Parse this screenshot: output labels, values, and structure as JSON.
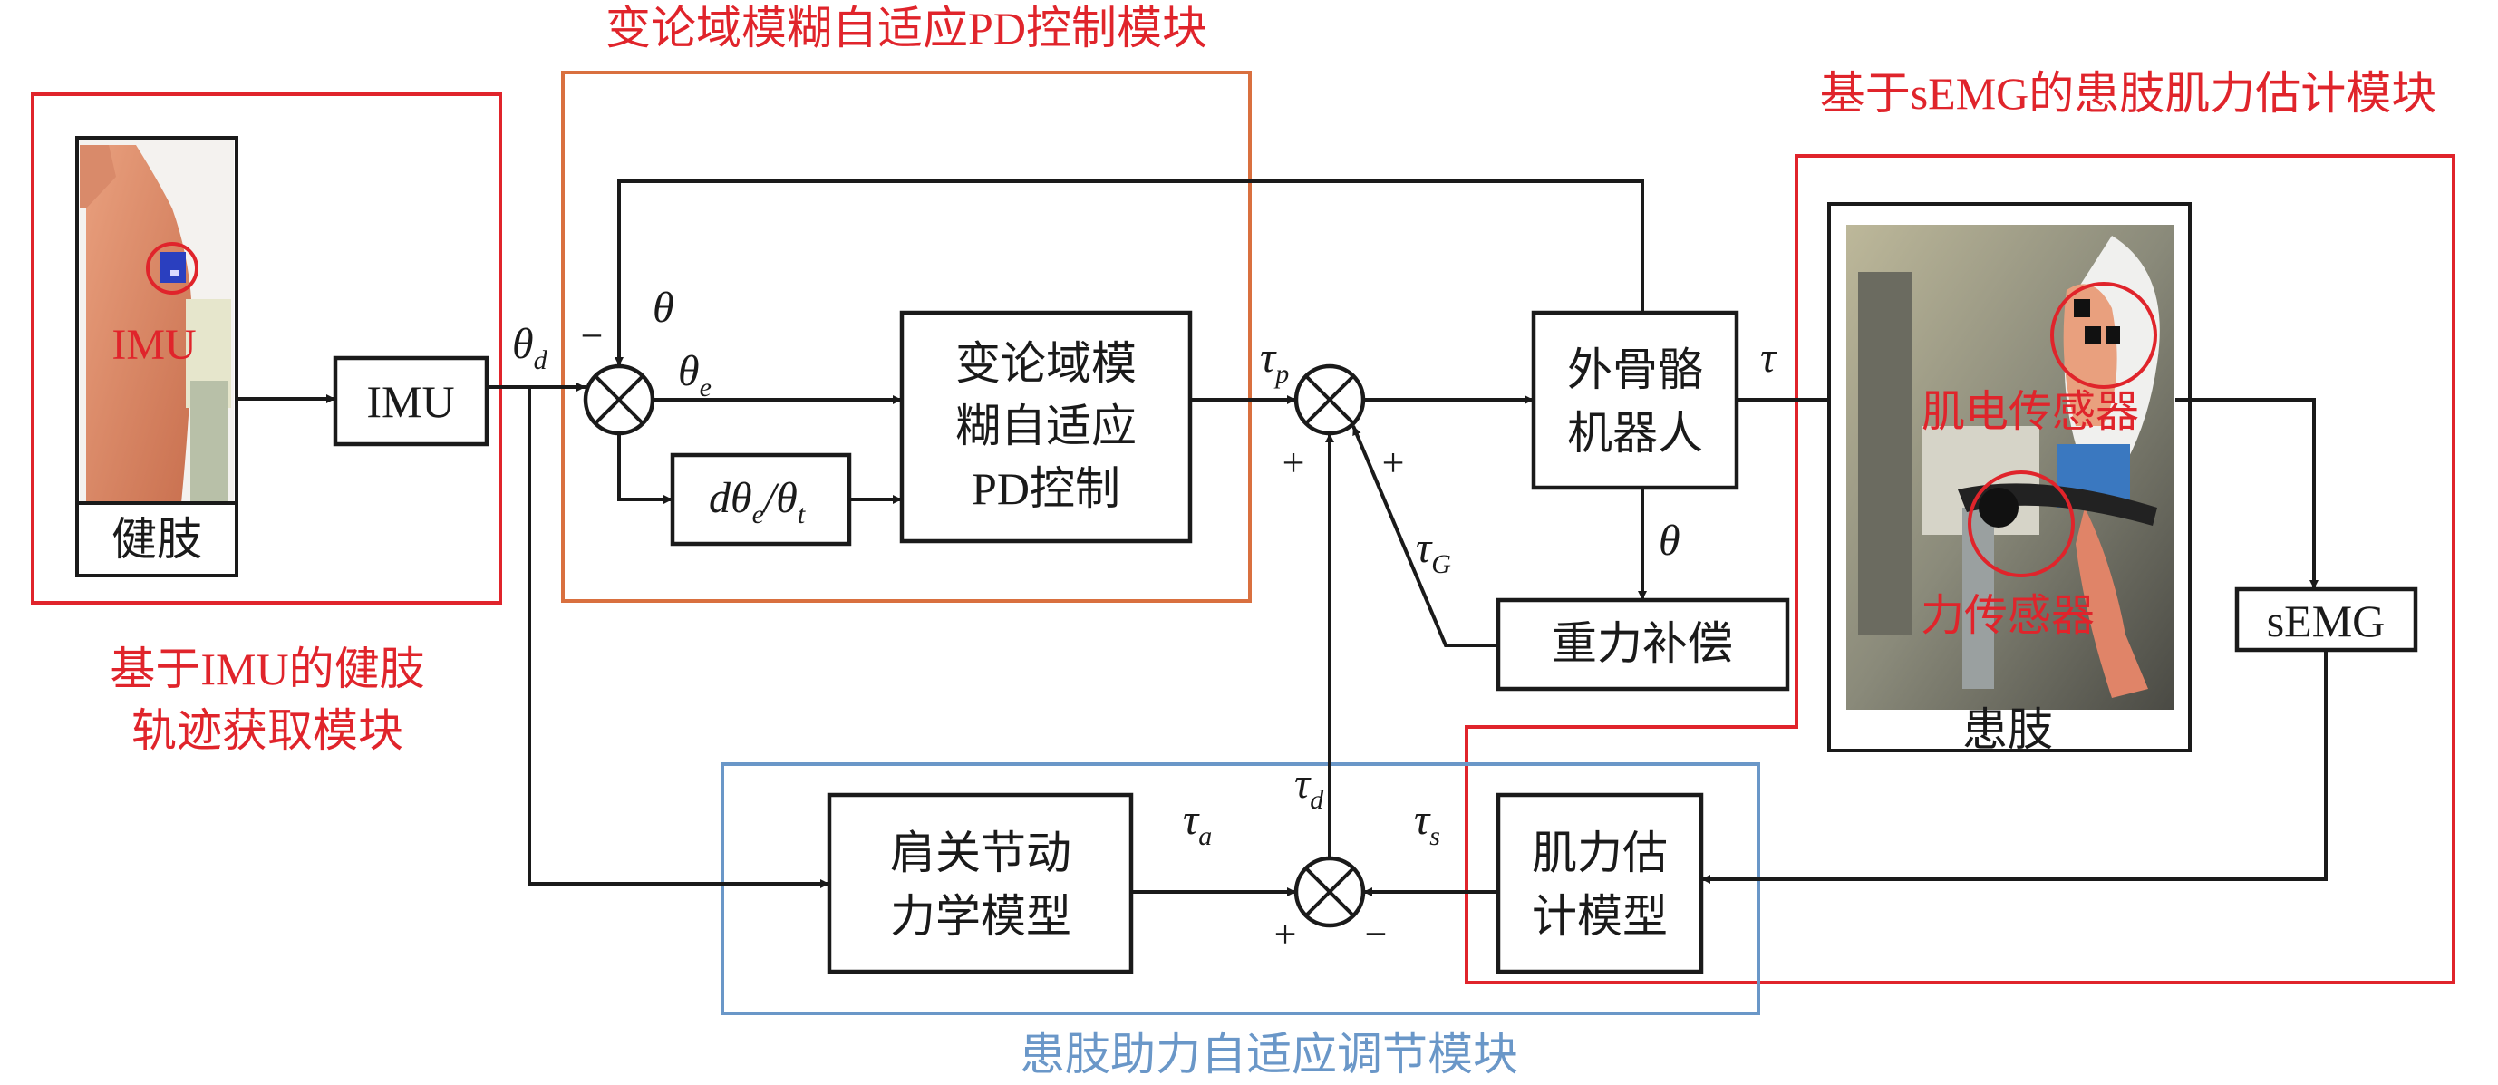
{
  "modules": {
    "imu_module": {
      "title_line1": "基于IMU的健肢",
      "title_line2": "轨迹获取模块",
      "color": "#E0242B"
    },
    "pd_module": {
      "title": "变论域模糊自适应PD控制模块",
      "color": "#D9703F"
    },
    "semg_module": {
      "title": "基于sEMG的患肢肌力估计模块",
      "color": "#E0242B"
    },
    "assist_module": {
      "title": "患肢助力自适应调节模块",
      "color": "#6A97C8"
    }
  },
  "blocks": {
    "imu": "IMU",
    "fuzzy_pd": [
      "变论域模",
      "糊自适应",
      "PD控制"
    ],
    "derivative": {
      "main": "dθ",
      "sub_e": "e",
      "slash": "/θ",
      "sub_t": "t"
    },
    "exoskeleton": [
      "外骨骼",
      "机器人"
    ],
    "gravity_comp": "重力补偿",
    "semg": "sEMG",
    "shoulder_dynamics": [
      "肩关节动",
      "力学模型"
    ],
    "muscle_force": [
      "肌力估",
      "计模型"
    ]
  },
  "photos": {
    "healthy_limb": {
      "caption": "健肢",
      "sensor_label": "IMU"
    },
    "affected_limb": {
      "caption": "患肢",
      "emg_sensor_label": "肌电传感器",
      "force_sensor_label": "力传感器"
    }
  },
  "signals": {
    "theta_d": {
      "main": "θ",
      "sub": "d"
    },
    "theta_fb": "θ",
    "theta_e": {
      "main": "θ",
      "sub": "e"
    },
    "tau_p": {
      "main": "τ",
      "sub": "p"
    },
    "tau": "τ",
    "theta_out": "θ",
    "tau_G": {
      "main": "τ",
      "sub": "G"
    },
    "tau_d": {
      "main": "τ",
      "sub": "d"
    },
    "tau_a": {
      "main": "τ",
      "sub": "a"
    },
    "tau_s": {
      "main": "τ",
      "sub": "s"
    }
  },
  "signs": {
    "sum1_feedback": "−",
    "sum2_left": "+",
    "sum2_right": "+",
    "sum3_left": "+",
    "sum3_right": "−"
  }
}
